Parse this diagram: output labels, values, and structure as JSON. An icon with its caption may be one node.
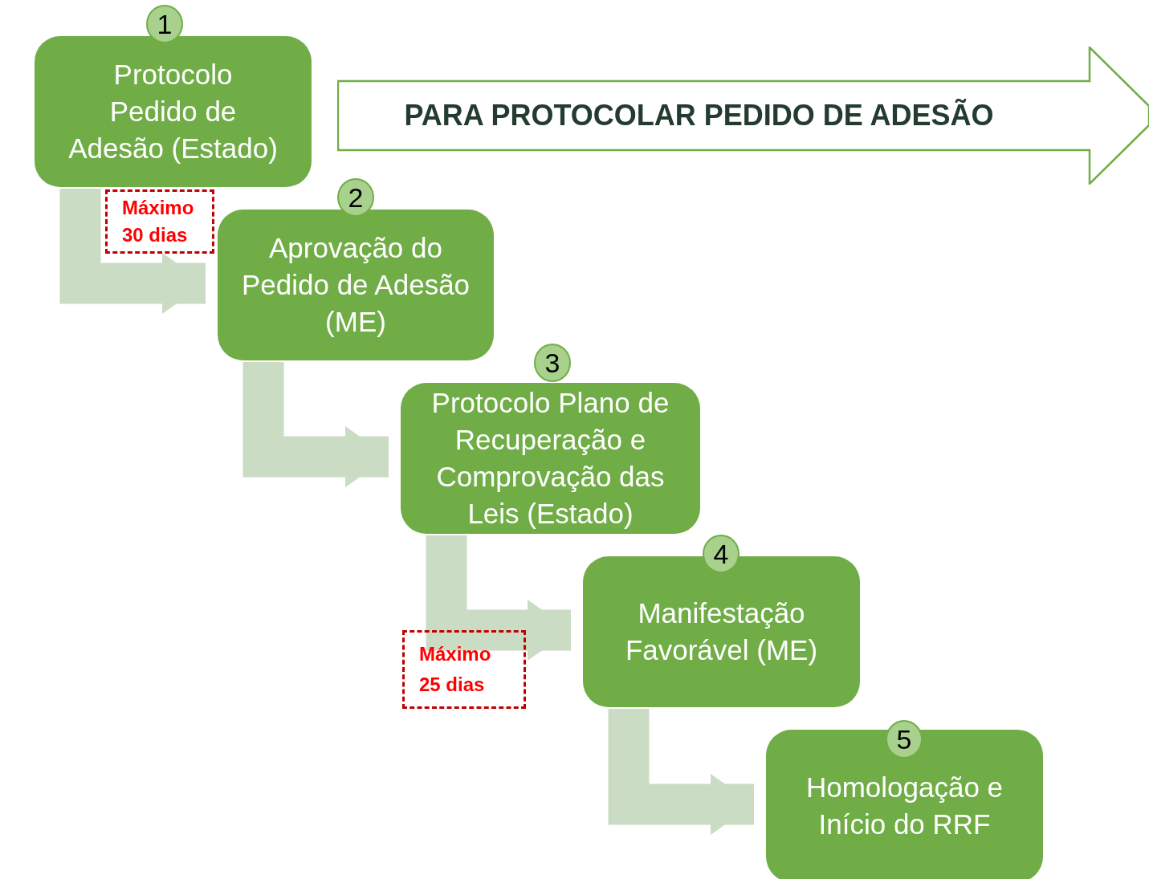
{
  "diagram": {
    "nodes": [
      {
        "text": [
          "1"
        ]
      },
      {
        "text": [
          "Protocolo Pedido de Adesão (Estado)"
        ]
      },
      {
        "text": [
          "PARA PROTOCOLAR PEDIDO DE ADESÃO"
        ]
      },
      {
        "text": [
          "Máximo 30 dias"
        ]
      },
      {
        "text": [
          "2"
        ]
      },
      {
        "text": [
          "Aprovação do Pedido de Adesão (ME)"
        ]
      },
      {
        "text": [
          "3"
        ]
      },
      {
        "text": [
          "Protocolo Plano de Recuperação e Comprovação das Leis (Estado)"
        ]
      },
      {
        "text": [
          "Máximo 25 dias"
        ]
      },
      {
        "text": [
          "4"
        ]
      },
      {
        "text": [
          "Manifestação Favorável (ME)"
        ]
      },
      {
        "text": [
          "5"
        ]
      },
      {
        "text": [
          "Homologação e Início do RRF"
        ]
      }
    ],
    "edges": [
      {
        "from": 1,
        "to": 5,
        "arrow": "to"
      },
      {
        "from": 5,
        "to": 7,
        "arrow": "to"
      },
      {
        "from": 7,
        "to": 10,
        "arrow": "to"
      },
      {
        "from": 10,
        "to": 12,
        "arrow": "to"
      }
    ]
  }
}
